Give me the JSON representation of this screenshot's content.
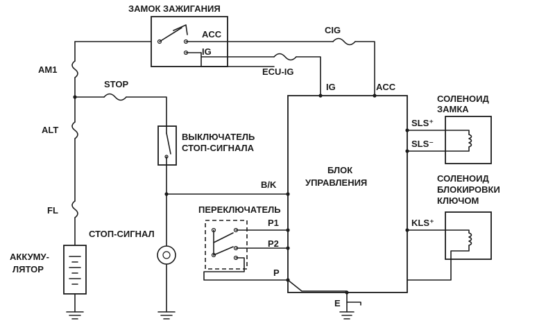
{
  "labels": {
    "ignition_lock": "ЗАМОК ЗАЖИГАНИЯ",
    "acc_terminal": "ACC",
    "ig_terminal": "IG",
    "cig_fuse": "CIG",
    "ecu_ig_fuse": "ECU-IG",
    "am1_fuse": "AM1",
    "stop_fuse": "STOP",
    "alt_fuse": "ALT",
    "fl_fuse": "FL",
    "battery_line1": "АККУМУ-",
    "battery_line2": "ЛЯТОР",
    "stop_switch_line1": "ВЫКЛЮЧАТЕЛЬ",
    "stop_switch_line2": "СТОП-СИГНАЛА",
    "stop_lamp": "СТОП-СИГНАЛ",
    "selector_switch": "ПЕРЕКЛЮЧАТЕЛЬ",
    "ecu_ig": "IG",
    "ecu_acc": "ACC",
    "ecu_bk": "B/K",
    "ecu_p1": "P1",
    "ecu_p2": "P2",
    "ecu_p": "P",
    "ecu_e": "E",
    "ecu_sls_plus": "SLS⁺",
    "ecu_sls_minus": "SLS⁻",
    "ecu_kls_plus": "KLS⁺",
    "ecu_line1": "БЛОК",
    "ecu_line2": "УПРАВЛЕНИЯ",
    "lock_solenoid_line1": "СОЛЕНОИД",
    "lock_solenoid_line2": "ЗАМКА",
    "key_solenoid_line1": "СОЛЕНОИД",
    "key_solenoid_line2": "БЛОКИРОВКИ",
    "key_solenoid_line3": "КЛЮЧОМ"
  }
}
